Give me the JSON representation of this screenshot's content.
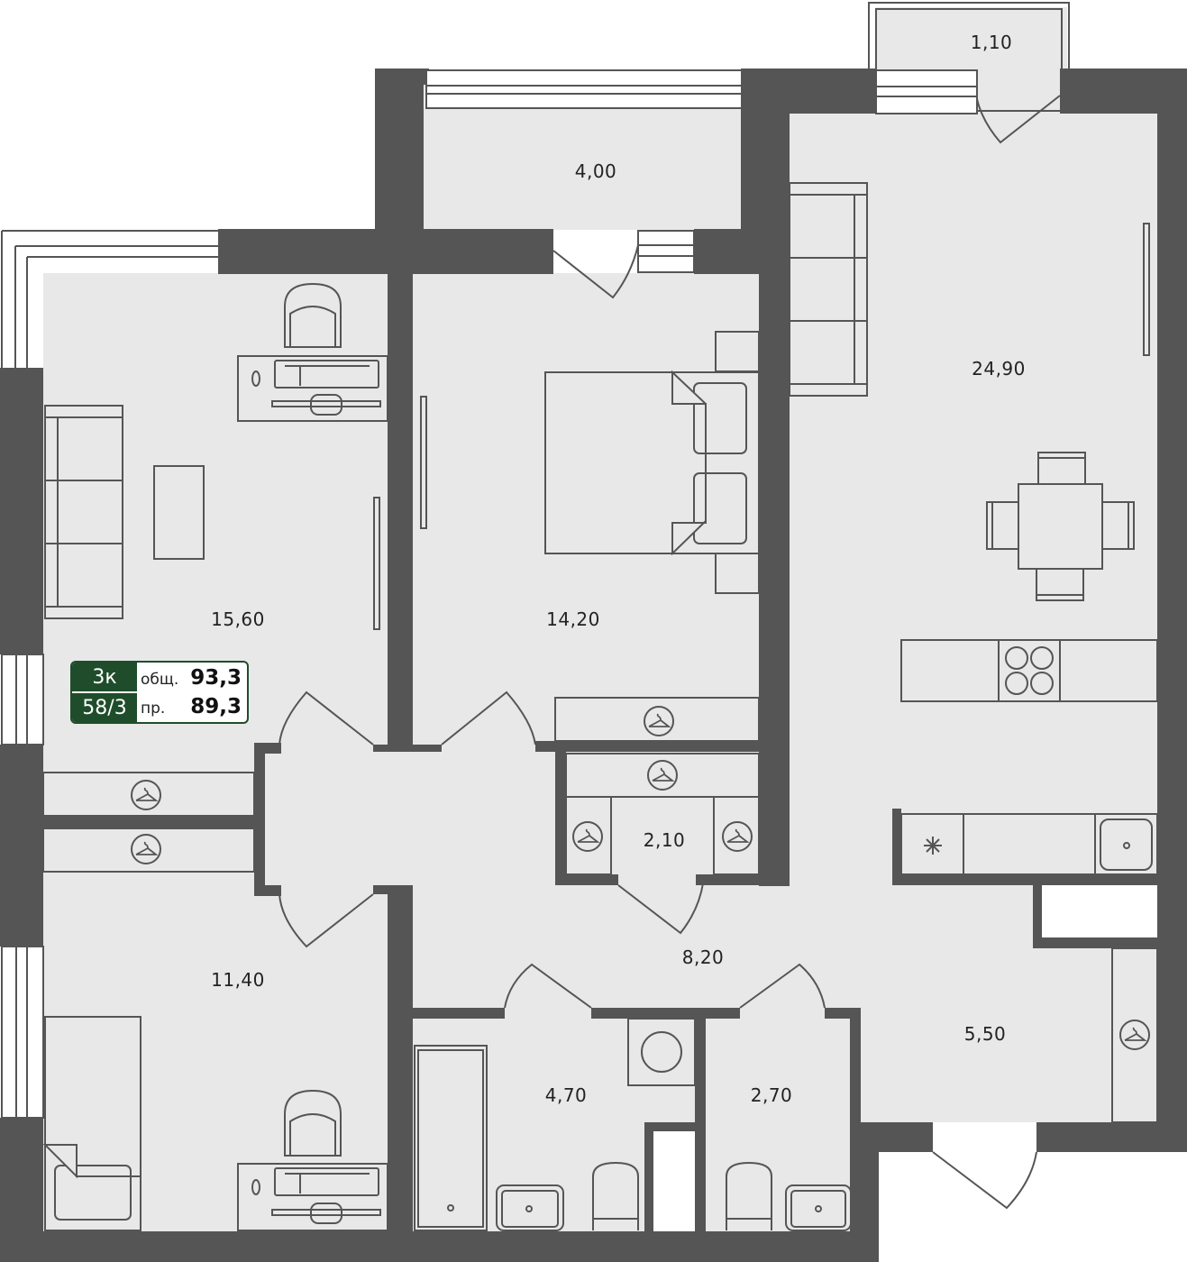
{
  "plan": {
    "type": "apartment-floor-plan",
    "colors": {
      "wall": "#555555",
      "floor": "#e8e8e8",
      "badge": "#1f4d2b"
    }
  },
  "badge": {
    "rooms": "3к",
    "unit": "58/3",
    "total_label": "общ.",
    "total_value": "93,3",
    "living_label": "пр.",
    "living_value": "89,3"
  },
  "rooms": [
    {
      "id": "living-room",
      "area": "15,60"
    },
    {
      "id": "bedroom",
      "area": "14,20"
    },
    {
      "id": "kitchen-living",
      "area": "24,90"
    },
    {
      "id": "loggia",
      "area": "4,00"
    },
    {
      "id": "balcony",
      "area": "1,10"
    },
    {
      "id": "children-room",
      "area": "11,40"
    },
    {
      "id": "hallway",
      "area": "8,20"
    },
    {
      "id": "wardrobe",
      "area": "2,10"
    },
    {
      "id": "bathroom",
      "area": "4,70"
    },
    {
      "id": "toilet",
      "area": "2,70"
    },
    {
      "id": "entrance-hall",
      "area": "5,50"
    }
  ]
}
